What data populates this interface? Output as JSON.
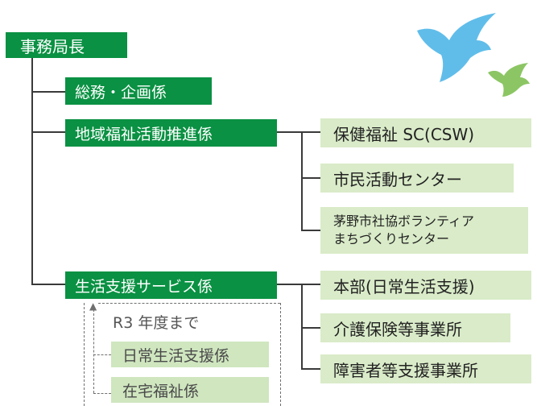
{
  "head": {
    "label": "事務局長"
  },
  "sections": [
    {
      "label": "総務・企画係"
    },
    {
      "label": "地域福祉活動推進係",
      "children": [
        "保健福祉 SC(CSW)",
        "市民活動センター"
      ],
      "multiline_child": {
        "line1": "茅野市社協ボランティア",
        "line2": "まちづくりセンター"
      }
    },
    {
      "label": "生活支援サービス係",
      "children": [
        "本部(日常生活支援)",
        "介護保険等事業所",
        "障害者等支援事業所"
      ]
    }
  ],
  "legacy": {
    "title": "R3 年度まで",
    "items": [
      "日常生活支援係",
      "在宅福祉係"
    ]
  },
  "colors": {
    "dark_green": "#0a9143",
    "light_green": "#d9ebc8",
    "bird_blue": "#4fb6e8",
    "bird_green": "#8cc664"
  },
  "icons": [
    "blue-bird-icon",
    "green-bird-icon"
  ]
}
